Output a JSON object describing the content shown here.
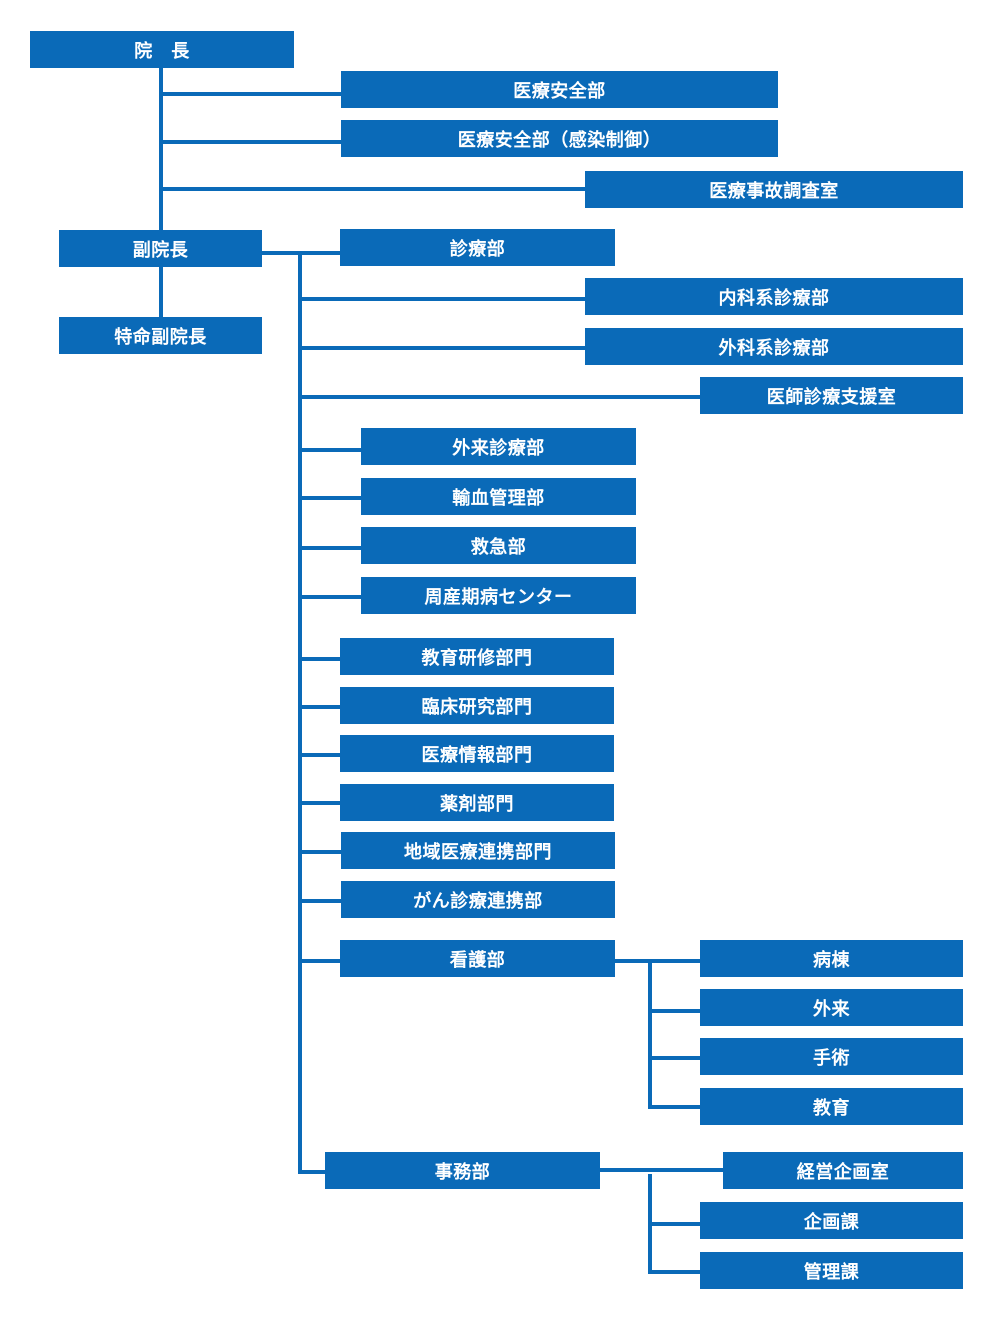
{
  "org": {
    "director": "院　長",
    "safety": "医療安全部",
    "safety_infection": "医療安全部（感染制御）",
    "accident_room": "医療事故調査室",
    "vice_director": "副院長",
    "special_vice_director": "特命副院長",
    "clinical": "診療部",
    "internal_medicine": "内科系診療部",
    "surgery": "外科系診療部",
    "doctor_support": "医師診療支援室",
    "outpatient_clinical": "外来診療部",
    "transfusion": "輸血管理部",
    "emergency": "救急部",
    "perinatal": "周産期病センター",
    "education_training": "教育研修部門",
    "clinical_research": "臨床研究部門",
    "medical_info": "医療情報部門",
    "pharmacy": "薬剤部門",
    "regional_cooperation": "地域医療連携部門",
    "cancer_cooperation": "がん診療連携部",
    "nursing": "看護部",
    "ward": "病棟",
    "outpatient": "外来",
    "surgery_op": "手術",
    "education": "教育",
    "admin": "事務部",
    "management_planning": "経営企画室",
    "planning_section": "企画課",
    "management_section": "管理課"
  },
  "colors": {
    "box": "#0a6ab8",
    "text": "#ffffff",
    "line": "#0a6ab8"
  }
}
